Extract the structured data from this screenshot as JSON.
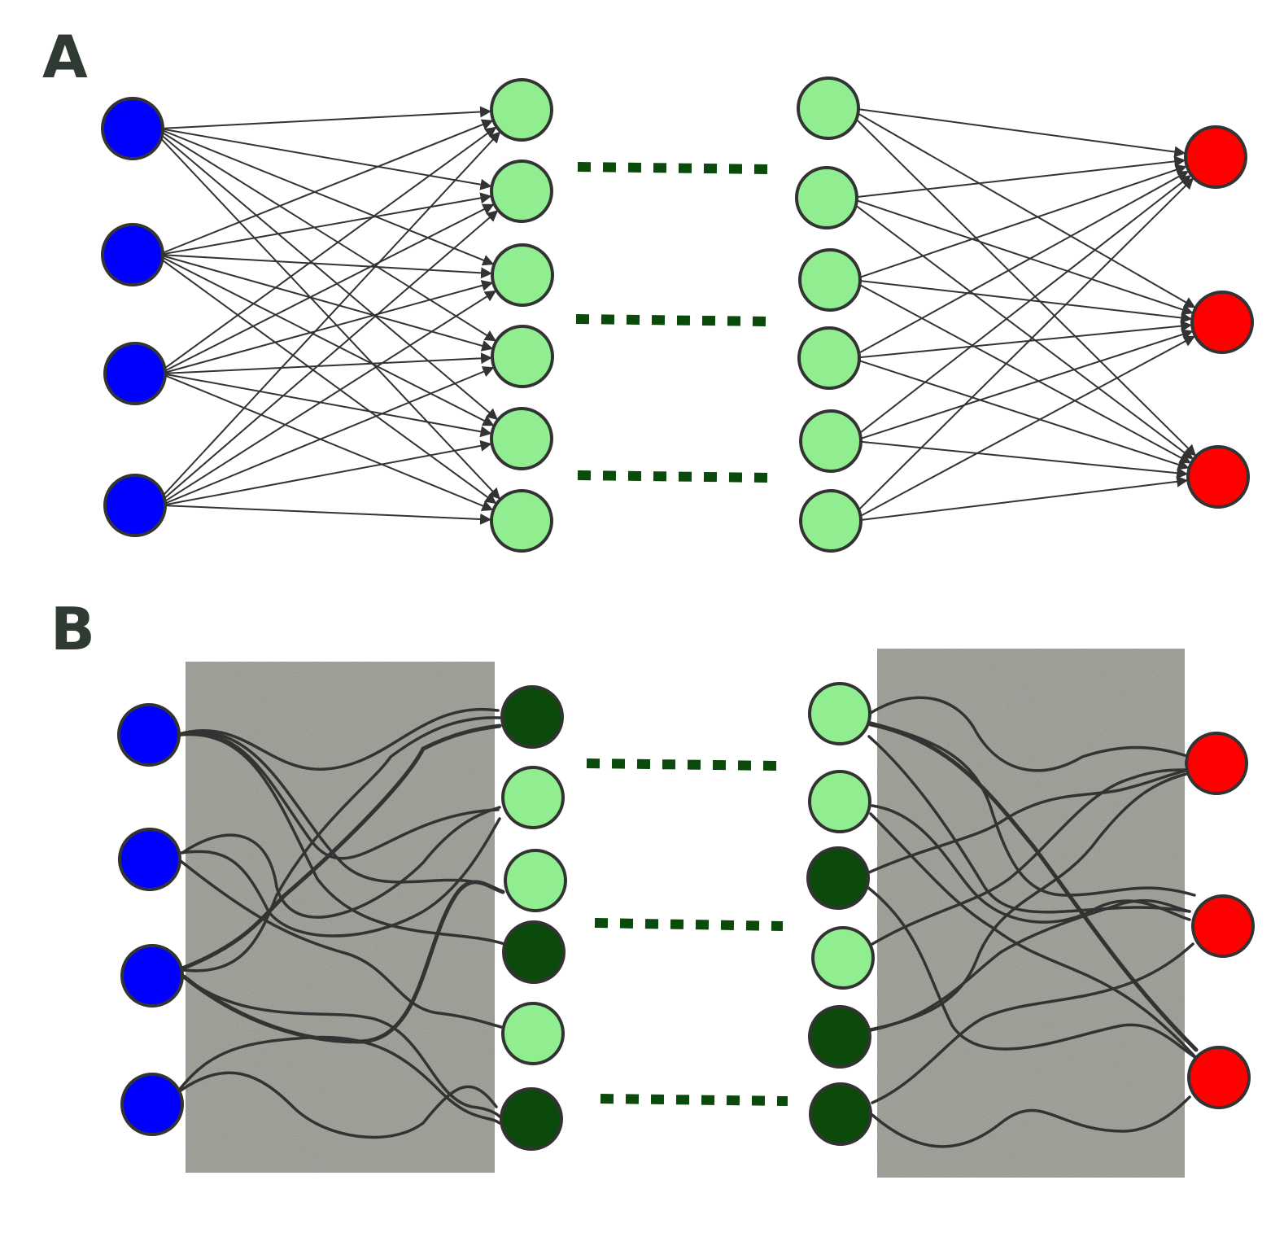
{
  "panels": [
    {
      "id": "A",
      "label": "A"
    },
    {
      "id": "B",
      "label": "B"
    }
  ],
  "colors": {
    "input": "#0000ff",
    "hidden_active": "#90ee90",
    "hidden_dark": "#0b4a0b",
    "output": "#ff0000",
    "edge": "#333333",
    "dots": "#0a4a0a",
    "noise_base": "#a9a9a2"
  },
  "panel_A": {
    "input_count": 4,
    "hidden_count": 6,
    "output_count": 3,
    "hidden_dark_left": [],
    "hidden_dark_right": []
  },
  "panel_B": {
    "input_count": 4,
    "hidden_count": 6,
    "output_count": 3,
    "hidden_dark_left": [
      0,
      3,
      5
    ],
    "hidden_dark_right": [
      2,
      4,
      5
    ]
  }
}
